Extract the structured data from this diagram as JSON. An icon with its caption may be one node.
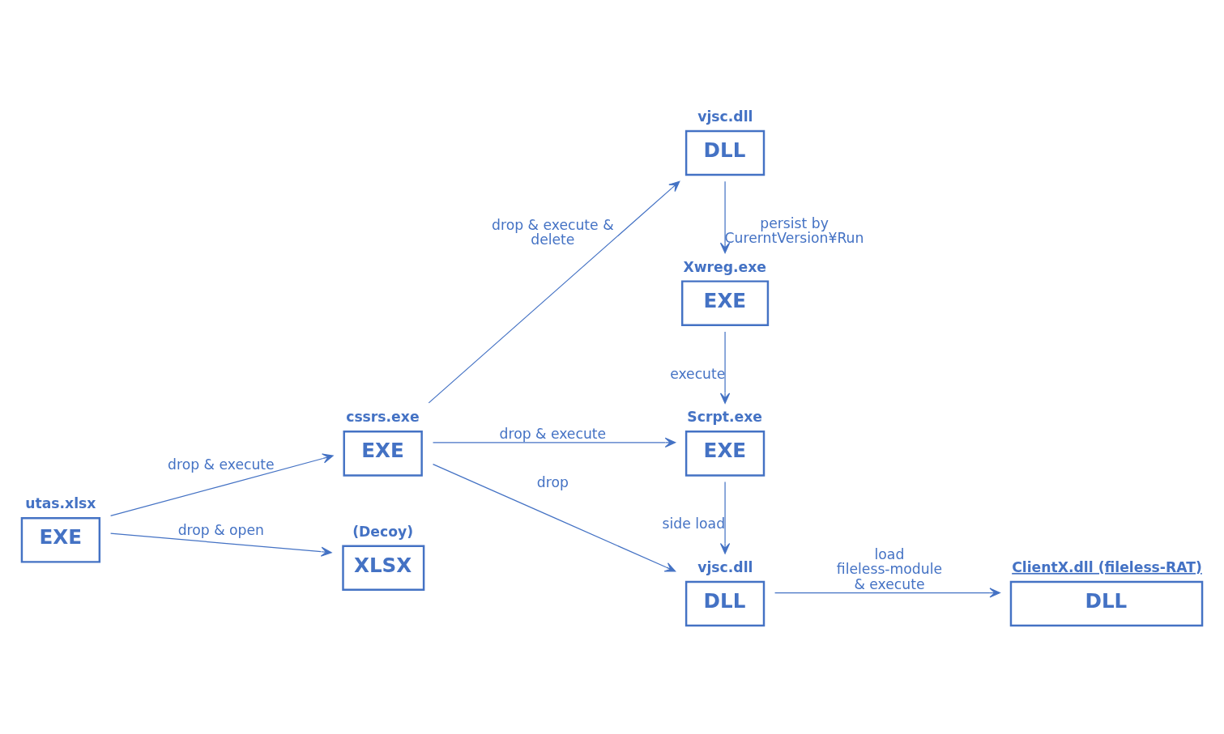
{
  "diagram": {
    "nodes": [
      {
        "text": [
          "utas.xlsx",
          "EXE"
        ]
      },
      {
        "text": [
          "cssrs.exe",
          "EXE"
        ]
      },
      {
        "text": [
          "(Decoy)",
          "XLSX"
        ]
      },
      {
        "text": [
          "vjsc.dll",
          "DLL"
        ]
      },
      {
        "text": [
          "Xwreg.exe",
          "EXE"
        ]
      },
      {
        "text": [
          "Scrpt.exe",
          "EXE"
        ]
      },
      {
        "text": [
          "vjsc.dll",
          "DLL"
        ]
      },
      {
        "text": [
          "ClientX.dll (fileless-RAT)",
          "DLL"
        ]
      }
    ],
    "edges": [
      {
        "from": 0,
        "to": 1,
        "arrow": "to",
        "label": "drop & execute"
      },
      {
        "from": 0,
        "to": 2,
        "arrow": "to",
        "label": "drop & open"
      },
      {
        "from": 1,
        "to": 3,
        "arrow": "to",
        "label": "drop & execute & delete"
      },
      {
        "from": 3,
        "to": 4,
        "arrow": "to",
        "label": "persist by CurerntVersion¥Run"
      },
      {
        "from": 4,
        "to": 5,
        "arrow": "to",
        "label": "execute"
      },
      {
        "from": 1,
        "to": 5,
        "arrow": "to",
        "label": "drop & execute"
      },
      {
        "from": 5,
        "to": 6,
        "arrow": "to",
        "label": "side load"
      },
      {
        "from": 1,
        "to": 6,
        "arrow": "to",
        "label": "drop"
      },
      {
        "from": 6,
        "to": 7,
        "arrow": "to",
        "label": "load fileless-module & execute"
      }
    ]
  }
}
